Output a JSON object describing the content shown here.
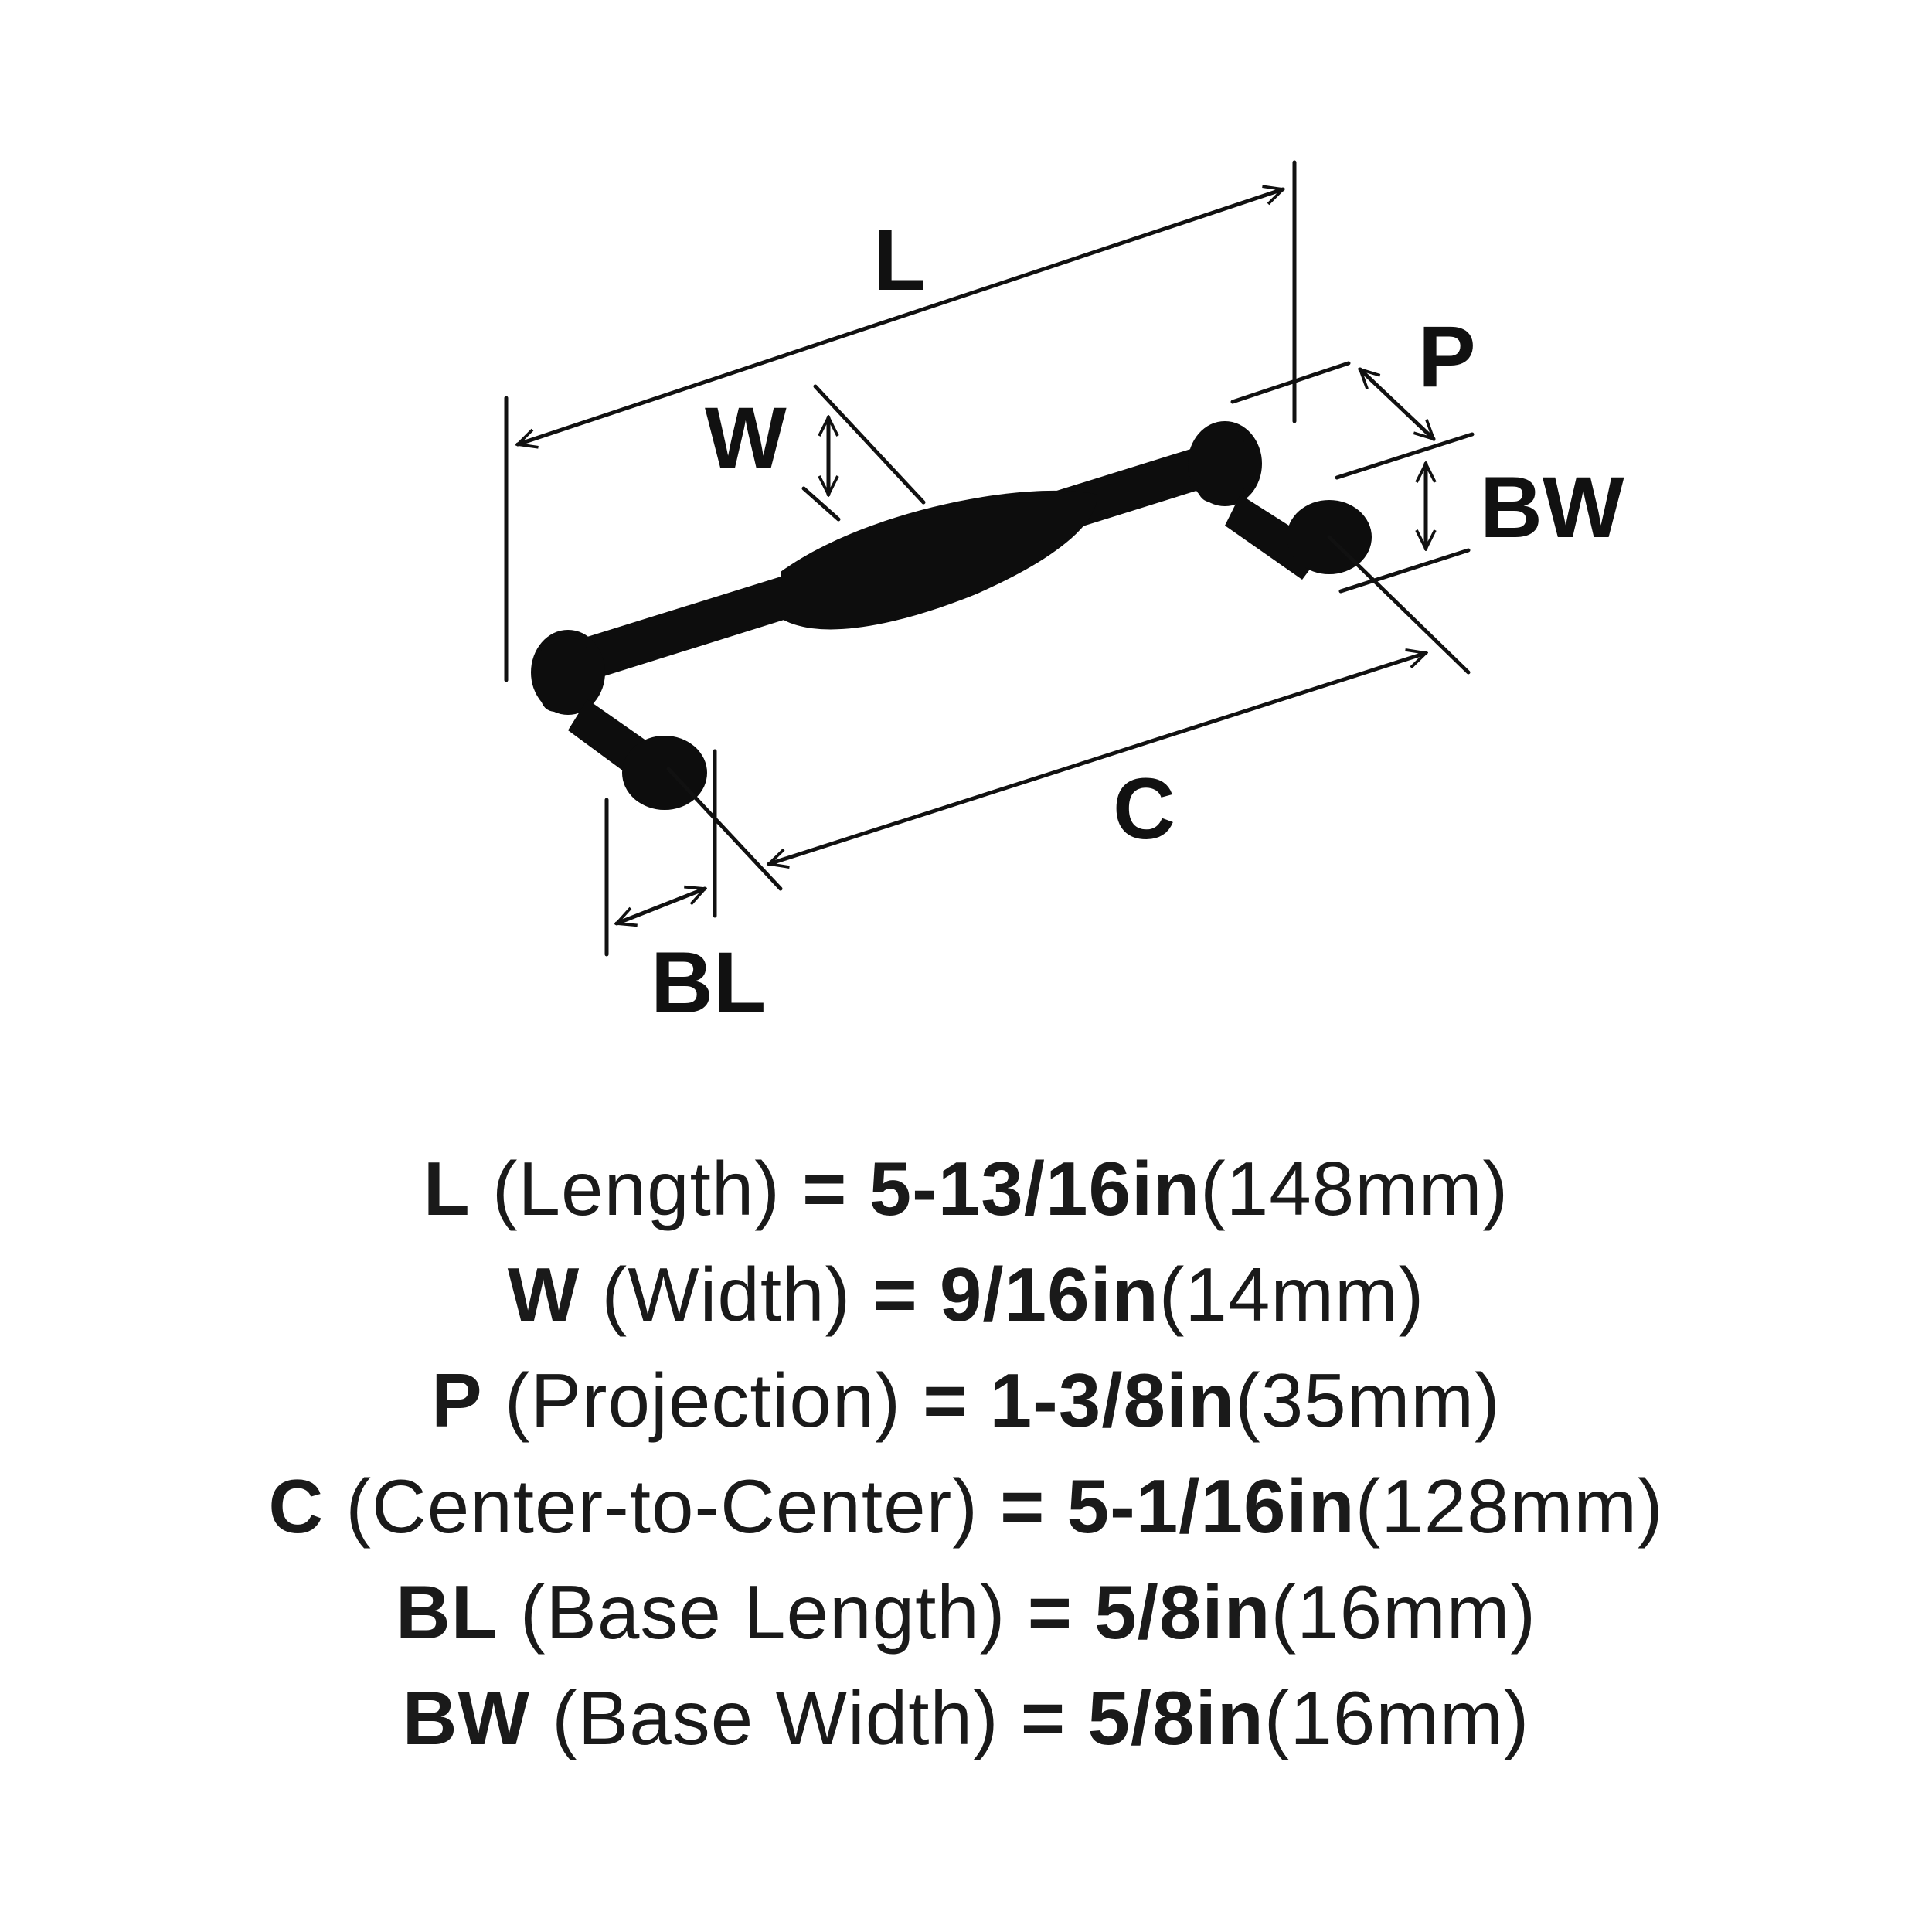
{
  "diagram": {
    "labels": {
      "L": "L",
      "W": "W",
      "P": "P",
      "BW": "BW",
      "C": "C",
      "BL": "BL"
    },
    "product_color": "#0d0d0d",
    "line_color": "#111111"
  },
  "specs": [
    {
      "symbol": "L",
      "name": "(Length)",
      "eq": "=",
      "imperial": "5-13/16in",
      "metric": "(148mm)"
    },
    {
      "symbol": "W",
      "name": "(Width)",
      "eq": "=",
      "imperial": "9/16in",
      "metric": "(14mm)"
    },
    {
      "symbol": "P",
      "name": "(Projection)",
      "eq": "=",
      "imperial": "1-3/8in",
      "metric": "(35mm)"
    },
    {
      "symbol": "C",
      "name": "(Center-to-Center)",
      "eq": "=",
      "imperial": "5-1/16in",
      "metric": "(128mm)"
    },
    {
      "symbol": "BL",
      "name": "(Base Length)",
      "eq": "=",
      "imperial": "5/8in",
      "metric": "(16mm)"
    },
    {
      "symbol": "BW",
      "name": "(Base Width)",
      "eq": "=",
      "imperial": "5/8in",
      "metric": "(16mm)"
    }
  ]
}
